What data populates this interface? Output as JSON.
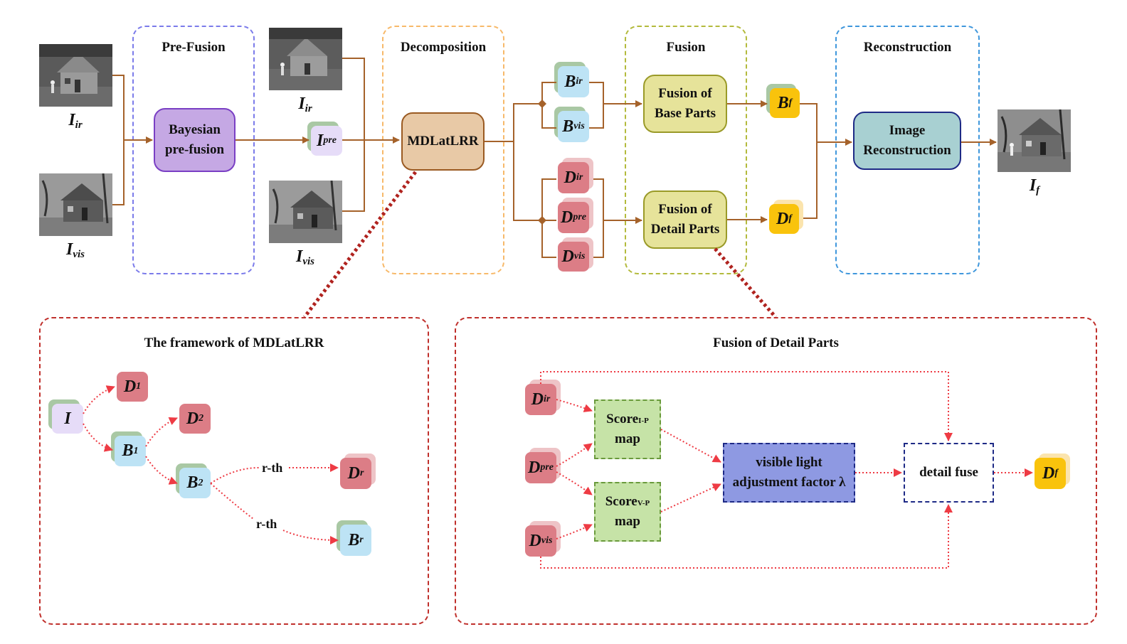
{
  "sections": {
    "prefusion": "Pre-Fusion",
    "decomposition": "Decomposition",
    "fusion": "Fusion",
    "reconstruction": "Reconstruction",
    "mdlatlrr_framework": "The framework of MDLatLRR",
    "detail_fusion": "Fusion of Detail Parts"
  },
  "blocks": {
    "bayesian": "Bayesian pre-fusion",
    "mdlatlrr": "MDLatLRR",
    "fuse_base": "Fusion of Base Parts",
    "fuse_detail": "Fusion of Detail Parts",
    "reconstruct": "Image Reconstruction",
    "score_ip": "map",
    "score_vp": "map",
    "score_ip_main": "Score",
    "score_ip_sub": "I-P",
    "score_vp_main": "Score",
    "score_vp_sub": "V-P",
    "visible_light": "visible light adjustment factor λ",
    "detail_fuse": "detail fuse"
  },
  "vars": {
    "I_ir": {
      "main": "I",
      "sub": "ir"
    },
    "I_vis": {
      "main": "I",
      "sub": "vis"
    },
    "I_pre": {
      "main": "I",
      "sub": "pre"
    },
    "I_f": {
      "main": "I",
      "sub": "f"
    },
    "B_ir": {
      "main": "B",
      "sub": "ir"
    },
    "B_vis": {
      "main": "B",
      "sub": "vis"
    },
    "D_ir": {
      "main": "D",
      "sub": "ir"
    },
    "D_pre": {
      "main": "D",
      "sub": "pre"
    },
    "D_vis": {
      "main": "D",
      "sub": "vis"
    },
    "B_f": {
      "main": "B",
      "sub": "f"
    },
    "D_f": {
      "main": "D",
      "sub": "f"
    },
    "I": {
      "main": "I",
      "sub": ""
    },
    "D_1": {
      "main": "D",
      "sub": "1"
    },
    "B_1": {
      "main": "B",
      "sub": "1"
    },
    "D_2": {
      "main": "D",
      "sub": "2"
    },
    "B_2": {
      "main": "B",
      "sub": "2"
    },
    "D_r": {
      "main": "D",
      "sub": "r"
    },
    "B_r": {
      "main": "B",
      "sub": "r"
    }
  },
  "edge_labels": {
    "rth_top": "r-th",
    "rth_bottom": "r-th"
  },
  "colors": {
    "prefusion_border": "#7b7bea",
    "decomposition_border": "#f7b96a",
    "fusion_border": "#b3ba3c",
    "reconstruction_border": "#3f97dc",
    "detail_border": "#c0302c",
    "arrow_main": "#a5622a",
    "arrow_detail": "#ee3b44"
  }
}
